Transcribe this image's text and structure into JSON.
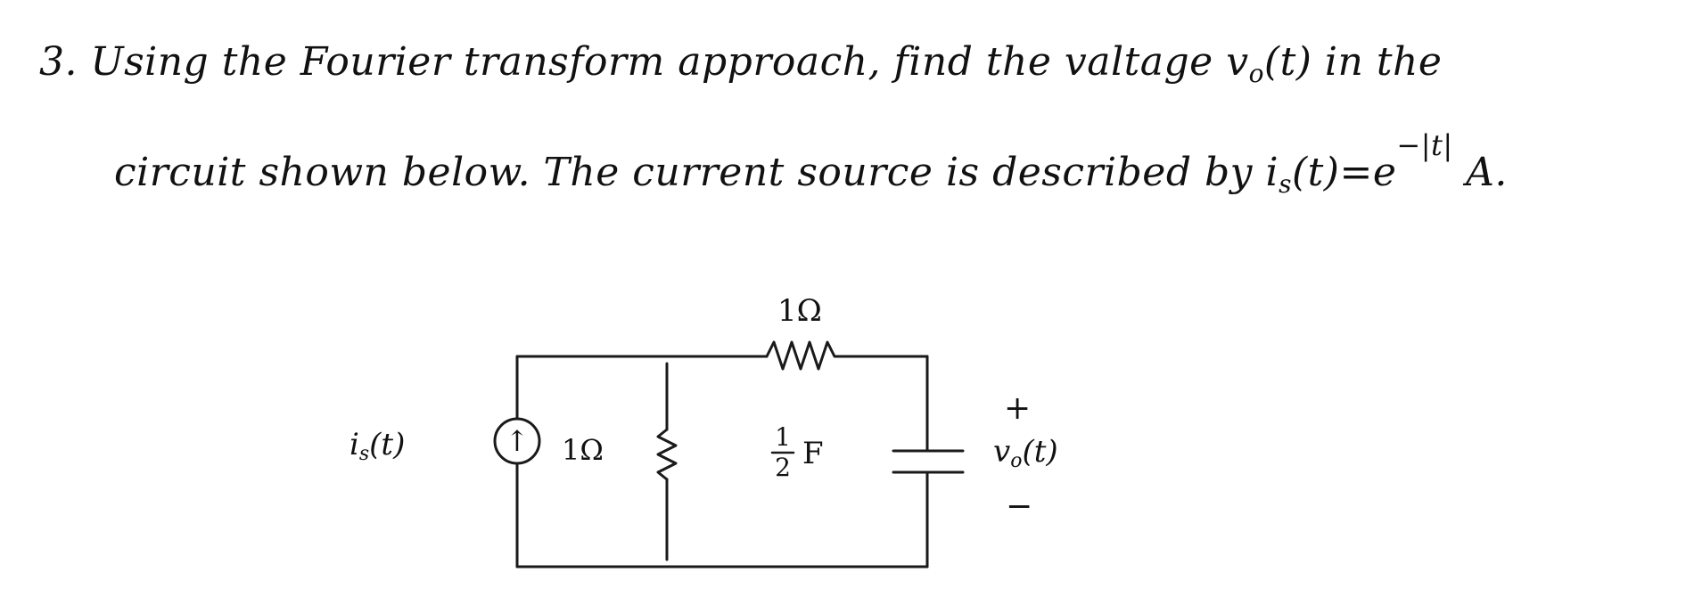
{
  "problem": {
    "number": "3.",
    "line1": "Using the Fourier transform approach, find the valtage",
    "line1_var": "v",
    "line1_var_sub": "o",
    "line1_var_arg": "(t) in the",
    "line2_start": "circuit shown below. The current source is described by i",
    "line2_sub": "s",
    "line2_eq": "(t)=e",
    "line2_exp": "−|t|",
    "line2_unit": "A."
  },
  "circuit": {
    "source_label": "i",
    "source_label_sub": "s",
    "source_label_arg": "(t)",
    "source_arrow": "↑",
    "shunt_resistor_label": "1Ω",
    "series_resistor_label": "1Ω",
    "capacitor_label_num": "1",
    "capacitor_label_den": "2",
    "capacitor_label_unit": "F",
    "output_plus": "+",
    "output_minus": "−",
    "output_label": "v",
    "output_label_sub": "o",
    "output_label_arg": "(t)"
  }
}
